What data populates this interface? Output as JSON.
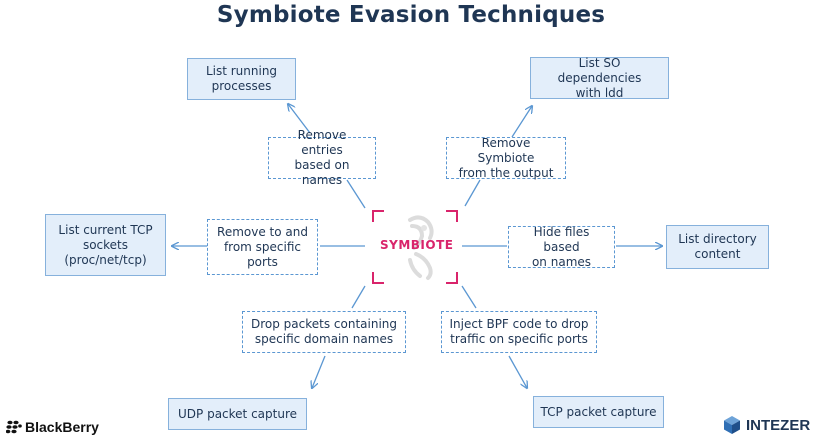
{
  "title": "Symbiote Evasion Techniques",
  "center": {
    "label": "SYMBIOTE"
  },
  "targets": {
    "list_processes": "List running\nprocesses",
    "list_so": "List SO dependencies\nwith ldd",
    "list_tcp": "List current TCP\nsockets\n(proc/net/tcp)",
    "list_dir": "List directory\ncontent",
    "udp_capture": "UDP packet capture",
    "tcp_capture": "TCP packet capture"
  },
  "techniques": {
    "remove_entries": "Remove entries\nbased on names",
    "remove_symbiote": "Remove Symbiote\nfrom the output",
    "remove_ports": "Remove to and\nfrom specific\nports",
    "hide_files": "Hide files based\non names",
    "drop_packets": "Drop packets containing\nspecific domain names",
    "inject_bpf": "Inject BPF code to drop\ntraffic on specific ports"
  },
  "logos": {
    "left": "BlackBerry",
    "right": "INTEZER"
  },
  "colors": {
    "title": "#1f3654",
    "accent": "#d9246b",
    "box_fill": "#e3eefa",
    "box_border": "#86b1dc",
    "dash_border": "#5b97d2",
    "arrow": "#5b97d2"
  }
}
